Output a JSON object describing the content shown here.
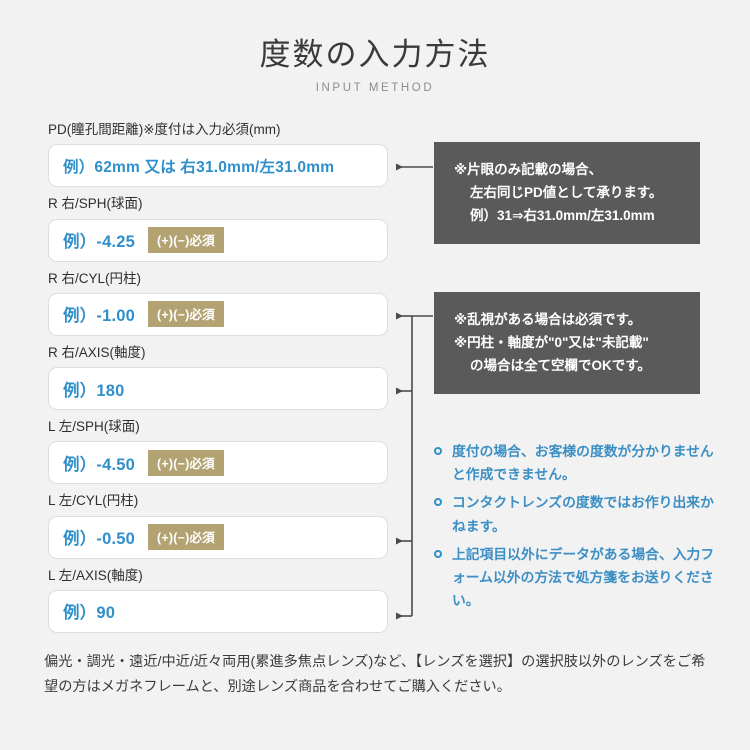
{
  "header": {
    "title": "度数の入力方法",
    "subtitle": "INPUT METHOD"
  },
  "form": {
    "fields": [
      {
        "name": "pd",
        "label": "PD(瞳孔間距離)※度付は入力必須(mm)",
        "placeholder": "例）62mm 又は 右31.0mm/左31.0mm",
        "badge": ""
      },
      {
        "name": "r-sph",
        "label": "R 右/SPH(球面)",
        "placeholder": "例）-4.25",
        "badge": "(+)(−)必須"
      },
      {
        "name": "r-cyl",
        "label": "R 右/CYL(円柱)",
        "placeholder": "例）-1.00",
        "badge": "(+)(−)必須"
      },
      {
        "name": "r-axis",
        "label": "R 右/AXIS(軸度)",
        "placeholder": "例）180",
        "badge": ""
      },
      {
        "name": "l-sph",
        "label": "L 左/SPH(球面)",
        "placeholder": "例）-4.50",
        "badge": "(+)(−)必須"
      },
      {
        "name": "l-cyl",
        "label": "L 左/CYL(円柱)",
        "placeholder": "例）-0.50",
        "badge": "(+)(−)必須"
      },
      {
        "name": "l-axis",
        "label": "L 左/AXIS(軸度)",
        "placeholder": "例）90",
        "badge": ""
      }
    ]
  },
  "notes": {
    "pd": {
      "lines": [
        "※片眼のみ記載の場合、",
        "左右同じPD値として承ります。",
        "例）31⇒右31.0mm/左31.0mm"
      ]
    },
    "cyl": {
      "lines": [
        "※乱視がある場合は必須です。",
        "※円柱・軸度が\"0\"又は\"未記載\"",
        "の場合は全て空欄でOKです。"
      ]
    }
  },
  "bullets": [
    "度付の場合、お客様の度数が分かりませんと作成できません。",
    "コンタクトレンズの度数ではお作り出来かねます。",
    "上記項目以外にデータがある場合、入力フォーム以外の方法で処方箋をお送りください。"
  ],
  "footer": {
    "text": "偏光・調光・遠近/中近/近々両用(累進多焦点レンズ)など、【レンズを選択】の選択肢以外のレンズをご希望の方はメガネフレームと、別途レンズ商品を合わせてご購入ください。"
  },
  "colors": {
    "background": "#f2f2f2",
    "accent_blue": "#2f8fca",
    "badge_khaki": "#b3a373",
    "note_gray": "#5a5a5a",
    "text_dark": "#3a3a3a"
  }
}
